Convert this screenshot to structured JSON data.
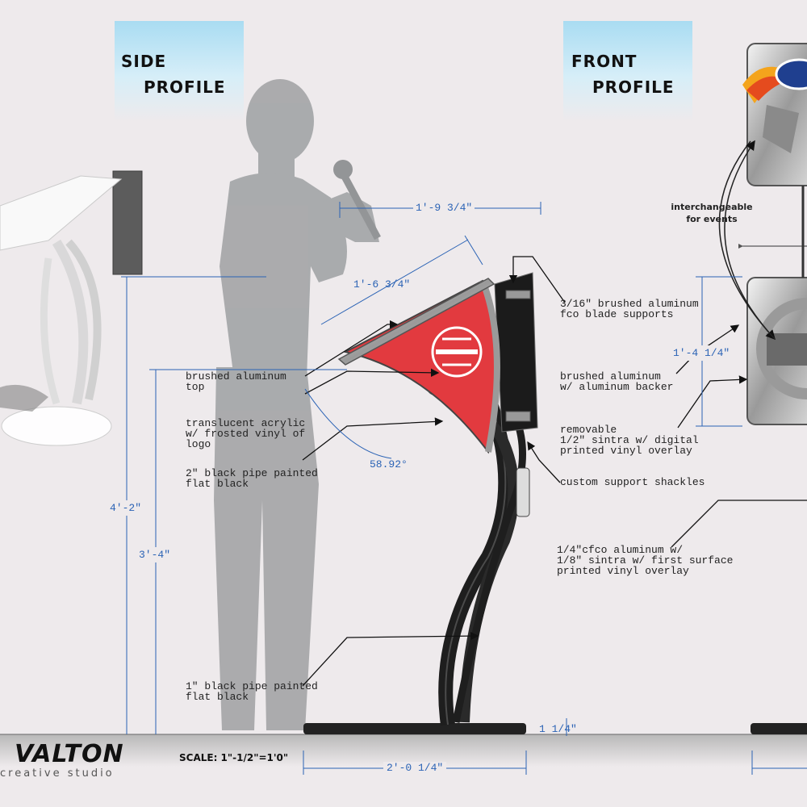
{
  "headers": {
    "side": [
      "SIDE",
      "PROFILE"
    ],
    "front": [
      "FRONT",
      "PROFILE"
    ]
  },
  "callouts": {
    "brushed_top": "brushed aluminum\ntop",
    "acrylic": "translucent acrylic\nw/ frosted vinyl of\nlogo",
    "pipe2": "2\" black pipe painted\nflat black",
    "pipe1": "1\" black pipe painted\nflat black",
    "blade": "3/16\" brushed aluminum\nfco blade supports",
    "backer": "brushed aluminum\nw/ aluminum backer",
    "removable": "removable\n1/2\" sintra w/ digital\nprinted vinyl overlay",
    "shackles": "custom support shackles",
    "cfco": "1/4\"cfco aluminum w/\n1/8\" sintra w/ first surface\nprinted vinyl overlay",
    "interchangeable": "interchangeable\nfor events"
  },
  "dimensions": {
    "top_width": "1'-9 3/4\"",
    "top_depth": "1'-6 3/4\"",
    "angle": "58.92°",
    "total_height": "4'-2\"",
    "top_height": "3'-4\"",
    "sign_height": "1'-4 1/4\"",
    "base_height": "1 1/4\"",
    "base_width": "2'-0 1/4\""
  },
  "footer": {
    "logo": "VALTON",
    "studio": "creative studio",
    "scale": "SCALE: 1\"-1/2\"=1'0\""
  },
  "colors": {
    "accent_red": "#e23a3f",
    "dimension_blue": "#2b63b5",
    "pipe_black": "#1e1e1e",
    "header_blue": "#a9dcf2"
  }
}
